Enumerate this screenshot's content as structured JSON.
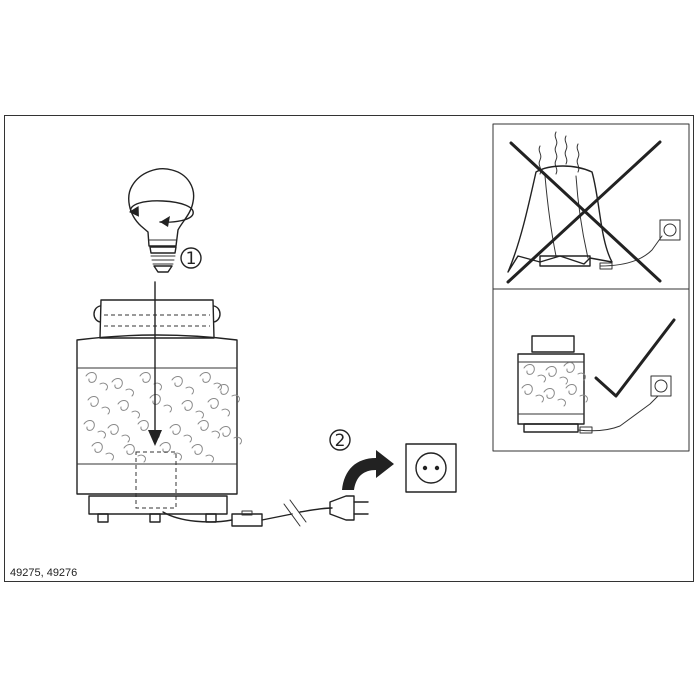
{
  "steps": [
    {
      "number": "1",
      "action": "screw-in-bulb"
    },
    {
      "number": "2",
      "action": "plug-into-socket"
    }
  ],
  "panels": {
    "incorrect": {
      "mark": "cross",
      "meaning": "do-not-cover-lamp"
    },
    "correct": {
      "mark": "check",
      "meaning": "lamp-uncovered-ok"
    }
  },
  "model_code": "49275, 49276",
  "colors": {
    "line": "#222222",
    "pattern": "#888888",
    "background": "#ffffff"
  }
}
